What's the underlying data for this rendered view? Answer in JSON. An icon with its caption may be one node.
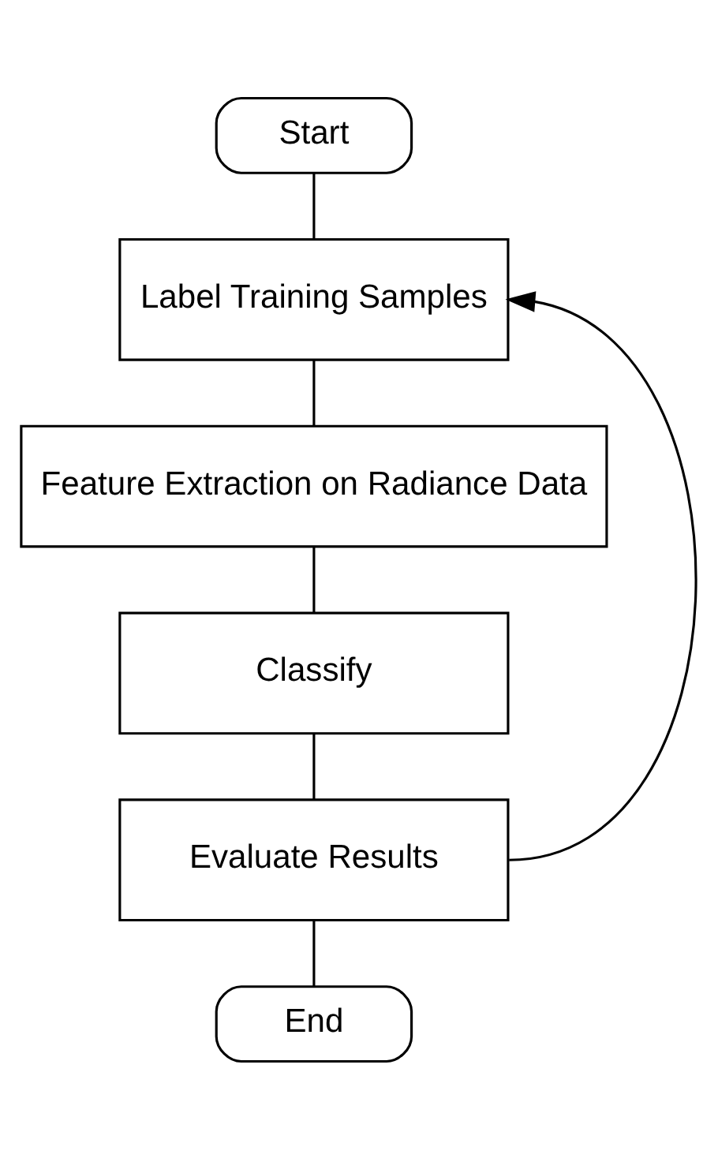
{
  "diagram": {
    "nodes": [
      {
        "text": [
          "Start"
        ]
      },
      {
        "text": [
          "Label Training Samples"
        ]
      },
      {
        "text": [
          "Feature Extraction on Radiance Data"
        ]
      },
      {
        "text": [
          "Classify"
        ]
      },
      {
        "text": [
          "Evaluate Results"
        ]
      },
      {
        "text": [
          "End"
        ]
      }
    ],
    "edges": [
      {
        "from": 0,
        "to": 1,
        "arrow": "none"
      },
      {
        "from": 1,
        "to": 2,
        "arrow": "none"
      },
      {
        "from": 2,
        "to": 3,
        "arrow": "none"
      },
      {
        "from": 3,
        "to": 4,
        "arrow": "none"
      },
      {
        "from": 4,
        "to": 5,
        "arrow": "none"
      },
      {
        "from": 4,
        "to": 1,
        "arrow": "to"
      }
    ]
  }
}
